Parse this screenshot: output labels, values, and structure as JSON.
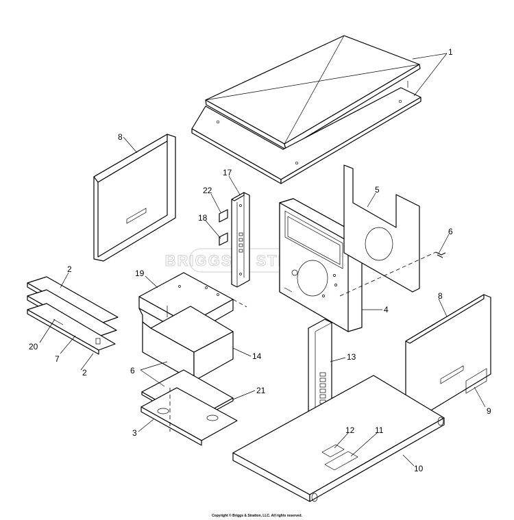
{
  "callouts": {
    "c1": "1",
    "c2a": "2",
    "c2b": "2",
    "c3": "3",
    "c4": "4",
    "c5": "5",
    "c6a": "6",
    "c6b": "6",
    "c7": "7",
    "c8a": "8",
    "c8b": "8",
    "c9": "9",
    "c10": "10",
    "c11": "11",
    "c12": "12",
    "c13": "13",
    "c14": "14",
    "c17": "17",
    "c18": "18",
    "c19": "19",
    "c20": "20",
    "c21": "21",
    "c22": "22"
  },
  "watermark": "BRIGGS & STRATTON",
  "copyright": "Copyright © Briggs & Stratton, LLC. All rights reserved."
}
